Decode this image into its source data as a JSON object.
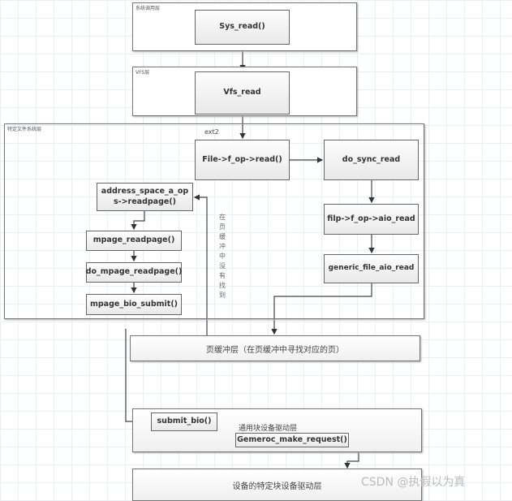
{
  "layers": {
    "syscall": "系统调用层",
    "vfs": "VFS层",
    "fs": "特定文件系统层",
    "page_cache": "页缓冲层（在页缓冲中寻找对应的页）",
    "block": "通用块设备驱动层",
    "device": "设备的特定块设备驱动层"
  },
  "fs_label": "ext2",
  "nodes": {
    "sys_read": "Sys_read()",
    "vfs_read": "Vfs_read",
    "file_read": "File->f_op->read()",
    "do_sync_read": "do_sync_read",
    "aio_read": "filp->f_op->aio_read",
    "generic_aio": "generic_file_aio_read",
    "readpage": "address_space_a_ops->readpage()",
    "mpage_readpage": "mpage_readpage()",
    "do_mpage": "do_mpage_readpage()",
    "bio_submit": "mpage_bio_submit()",
    "submit_bio": "submit_bio()",
    "make_request": "Gemeroc_make_request()"
  },
  "annotation": "在页缓冲中没有找到",
  "watermark": "CSDN @执假以为真"
}
